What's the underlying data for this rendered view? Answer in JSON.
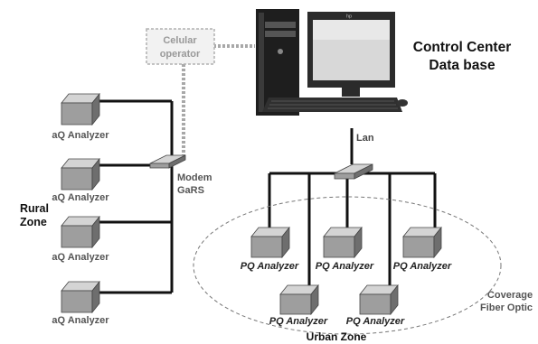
{
  "control_center": {
    "title_line1": "Control Center",
    "title_line2": "Data base",
    "monitor_brand": "hp"
  },
  "cellular_operator": {
    "line1": "Celular",
    "line2": "operator"
  },
  "lan_label": "Lan",
  "modem": {
    "line1": "Modem",
    "line2": "GaRS"
  },
  "rural_zone": {
    "line1": "Rural",
    "line2": "Zone",
    "analyzers": [
      {
        "label": "aQ Analyzer"
      },
      {
        "label": "aQ Analyzer"
      },
      {
        "label": "aQ Analyzer"
      },
      {
        "label": "aQ Analyzer"
      }
    ]
  },
  "urban_zone": {
    "title": "Urban Zone",
    "coverage_line1": "Coverage",
    "coverage_line2": "Fiber Optic",
    "analyzers": [
      {
        "label": "PQ Analyzer"
      },
      {
        "label": "PQ Analyzer"
      },
      {
        "label": "PQ Analyzer"
      },
      {
        "label": "PQ Analyzer"
      },
      {
        "label": "PQ Analyzer"
      }
    ]
  },
  "colors": {
    "line": "#111111",
    "dotted": "#a8a8a8",
    "box_face": "#9e9e9e",
    "box_top": "#d4d4d4",
    "box_side": "#6e6e6e",
    "label_gray": "#555555",
    "label_dark": "#222222"
  }
}
